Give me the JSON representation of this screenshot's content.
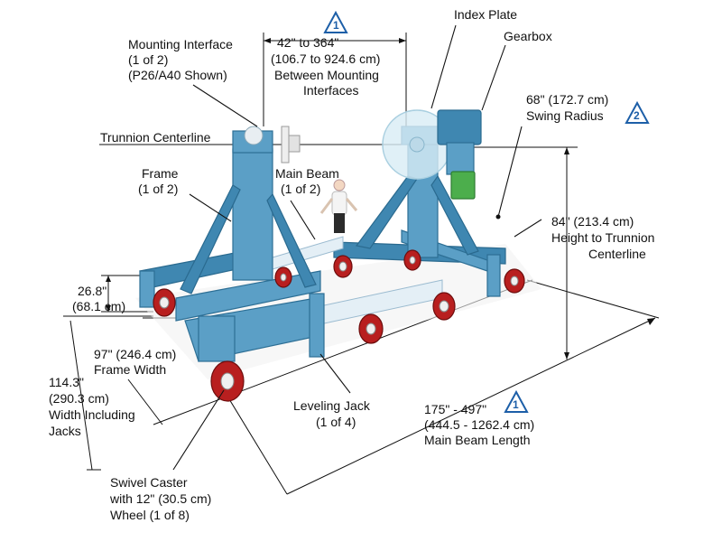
{
  "labels": {
    "index_plate": "Index Plate",
    "gearbox": "Gearbox",
    "mounting_interface": [
      "Mounting Interface",
      "(1 of 2)",
      "(P26/A40 Shown)"
    ],
    "between_interfaces": [
      "42\" to 364\"",
      "(106.7 to 924.6 cm)",
      "Between Mounting",
      "Interfaces"
    ],
    "swing_radius": [
      "68\" (172.7 cm)",
      "Swing Radius"
    ],
    "trunnion_centerline": "Trunnion Centerline",
    "frame": [
      "Frame",
      "(1 of 2)"
    ],
    "main_beam": [
      "Main Beam",
      "(1 of 2)"
    ],
    "height_to_trunnion": [
      "84\" (213.4 cm)",
      "Height to Trunnion",
      "Centerline"
    ],
    "jack_height": [
      "26.8\"",
      "(68.1 cm)"
    ],
    "frame_width": [
      "97\" (246.4 cm)",
      "Frame Width"
    ],
    "width_including_jacks": [
      "114.3\"",
      "(290.3 cm)",
      "Width Including",
      "Jacks"
    ],
    "leveling_jack": [
      "Leveling Jack",
      "(1 of 4)"
    ],
    "main_beam_length": [
      "175\" - 497\"",
      "(444.5 - 1262.4 cm)",
      "Main Beam Length"
    ],
    "swivel_caster": [
      "Swivel Caster",
      "with 12\" (30.5  cm)",
      "Wheel (1 of 8)"
    ]
  },
  "badges": {
    "badge_between": "1",
    "badge_swing": "2",
    "badge_length": "1"
  },
  "colors": {
    "frame": "#5b9fc6",
    "wheel": "#b81f1f",
    "badge": "#1d5fa8"
  }
}
